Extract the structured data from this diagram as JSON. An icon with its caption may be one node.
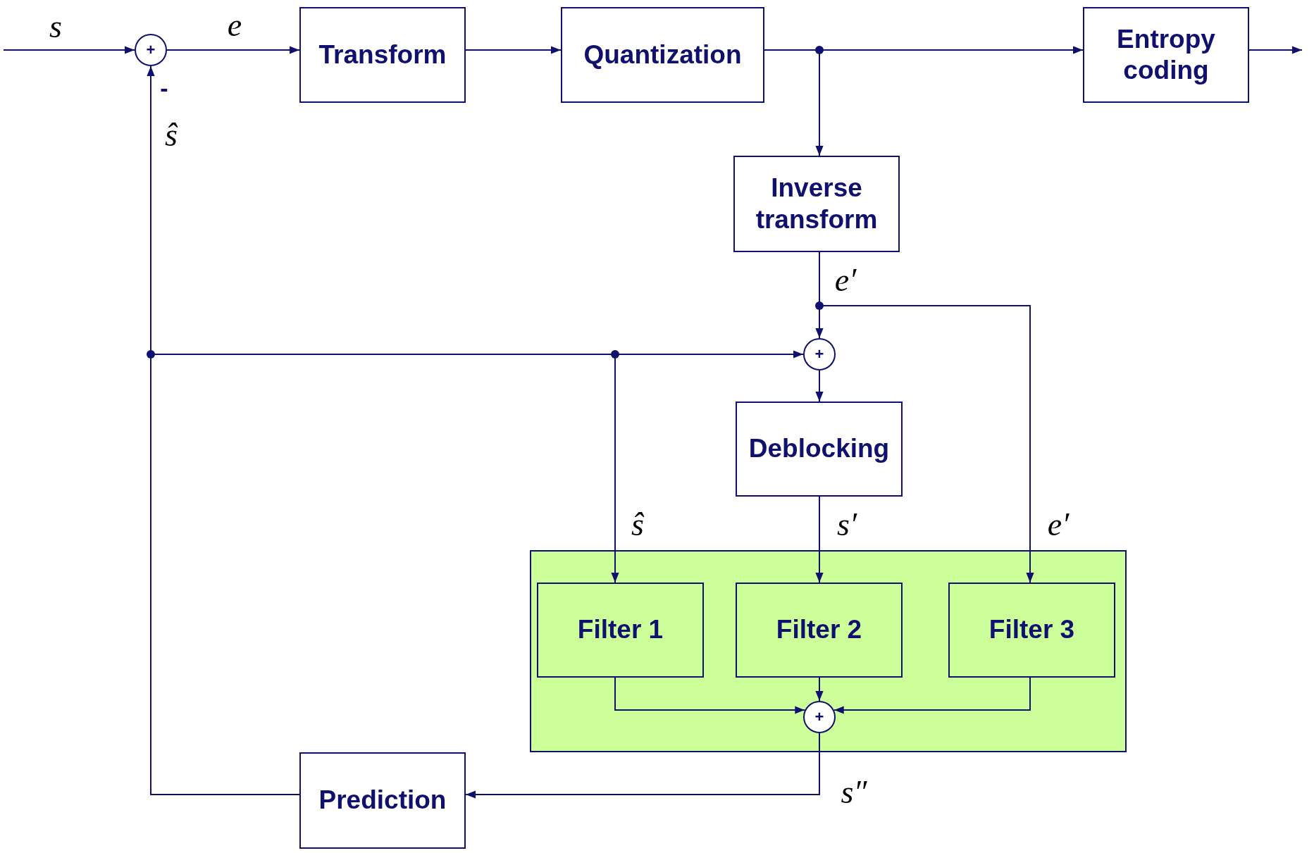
{
  "diagram": {
    "nodes": [
      {
        "text": [
          "+"
        ]
      },
      {
        "text": [
          "Transform"
        ]
      },
      {
        "text": [
          "Quantization"
        ]
      },
      {
        "text": [
          "Entropy coding"
        ]
      },
      {
        "text": [
          "Inverse transform"
        ]
      },
      {
        "text": [
          "+"
        ]
      },
      {
        "text": [
          "Deblocking"
        ]
      },
      {
        "text": [],
        "shape": "box"
      },
      {
        "text": [
          "Filter 1"
        ],
        "in": 7
      },
      {
        "text": [
          "Filter 2"
        ],
        "in": 7
      },
      {
        "text": [
          "Filter 3"
        ],
        "in": 7
      },
      {
        "text": [
          "+"
        ],
        "in": 7
      },
      {
        "text": [
          "Prediction"
        ]
      }
    ],
    "edges": [
      {
        "from": null,
        "to": 0,
        "arrow": "to",
        "label": "s"
      },
      {
        "from": 0,
        "to": 1,
        "arrow": "to",
        "label": "e"
      },
      {
        "from": 1,
        "to": 2,
        "arrow": "to"
      },
      {
        "from": 2,
        "to": 3,
        "arrow": "to"
      },
      {
        "from": 3,
        "to": null,
        "arrow": "to"
      },
      {
        "from": 2,
        "to": 4,
        "arrow": "to"
      },
      {
        "from": 4,
        "to": 5,
        "arrow": "to",
        "label": "e′"
      },
      {
        "from": 4,
        "to": 10,
        "arrow": "to",
        "label": "e′"
      },
      {
        "from": 12,
        "to": 0,
        "arrow": "to",
        "label": "ŝ"
      },
      {
        "from": 12,
        "to": 5,
        "arrow": "to"
      },
      {
        "from": 12,
        "to": 8,
        "arrow": "to",
        "label": "ŝ"
      },
      {
        "from": 5,
        "to": 6,
        "arrow": "to"
      },
      {
        "from": 6,
        "to": 9,
        "arrow": "to",
        "label": "s′"
      },
      {
        "from": 8,
        "to": 11,
        "arrow": "to"
      },
      {
        "from": 9,
        "to": 11,
        "arrow": "to"
      },
      {
        "from": 10,
        "to": 11,
        "arrow": "to"
      },
      {
        "from": 11,
        "to": 12,
        "arrow": "to",
        "label": "s″"
      }
    ],
    "labels": [
      "-"
    ]
  }
}
